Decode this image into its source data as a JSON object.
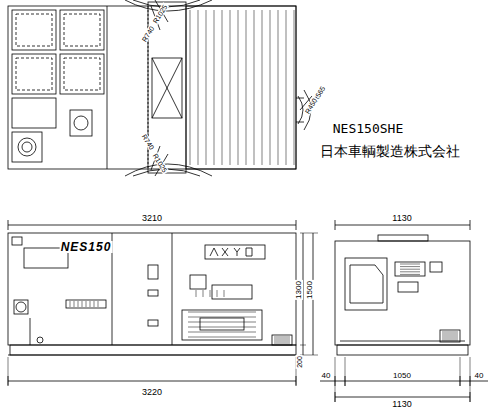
{
  "diagram": {
    "labels": [
      "R1025",
      "R740",
      "R740",
      "R1025",
      "R565",
      "R450",
      "NES150SHE",
      "日本車輌製造株式会社",
      "3210",
      "NES150",
      "1300",
      "1500",
      "200",
      "3220",
      "1130",
      "1050",
      "40",
      "40",
      "1130"
    ]
  }
}
